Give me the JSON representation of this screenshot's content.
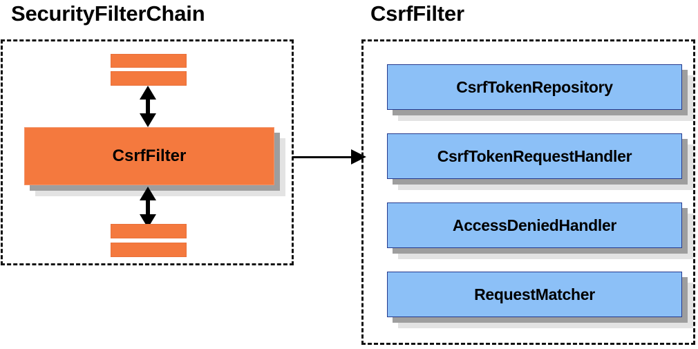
{
  "diagram": {
    "title_left": "SecurityFilterChain",
    "title_right": "CsrfFilter",
    "left_panel": {
      "main_node_label": "CsrfFilter",
      "strips_above": [
        "",
        ""
      ],
      "strips_below": [
        "",
        ""
      ],
      "arrow_up_name": "double-arrow-up",
      "arrow_down_name": "double-arrow-down"
    },
    "right_panel": {
      "nodes": [
        {
          "label": "CsrfTokenRepository"
        },
        {
          "label": "CsrfTokenRequestHandler"
        },
        {
          "label": "AccessDeniedHandler"
        },
        {
          "label": "RequestMatcher"
        }
      ]
    },
    "connector": {
      "from": "CsrfFilter",
      "to": "CsrfFilter detail panel"
    },
    "colors": {
      "orange_fill": "#F4793E",
      "orange_border": "#F2956B",
      "blue_fill": "#8CC0F7",
      "blue_border": "#23388C",
      "shadow_dark": "#9E9E9E",
      "shadow_light": "#E3E3E3",
      "panel_border": "#111111",
      "text": "#000000",
      "background": "#FFFFFF"
    }
  }
}
